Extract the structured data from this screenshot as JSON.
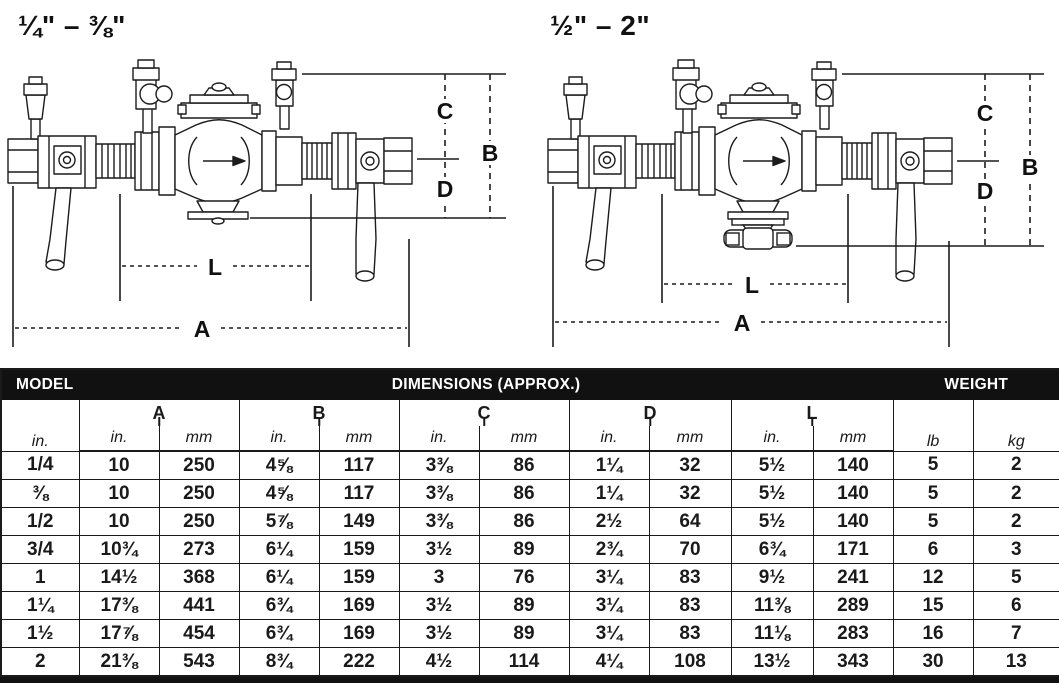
{
  "colors": {
    "ink": "#1a1a1a",
    "header_bg": "#111111",
    "paper": "#ffffff"
  },
  "diagrams": [
    {
      "title": "¼\" – ⅜\"",
      "labels": {
        "a": "A",
        "b": "B",
        "c": "C",
        "d": "D",
        "l": "L"
      }
    },
    {
      "title": "½\" – 2\"",
      "labels": {
        "a": "A",
        "b": "B",
        "c": "C",
        "d": "D",
        "l": "L"
      }
    }
  ],
  "table": {
    "header": {
      "model": "MODEL",
      "dimensions": "DIMENSIONS (APPROX.)",
      "weight": "WEIGHT"
    },
    "groups": [
      "A",
      "B",
      "C",
      "D",
      "L"
    ],
    "units": {
      "model": "in.",
      "inch": "in.",
      "mm": "mm",
      "lb": "lb",
      "kg": "kg"
    },
    "rows": [
      [
        "1/4",
        "10",
        "250",
        "4⅝",
        "117",
        "3⅜",
        "86",
        "1¼",
        "32",
        "5½",
        "140",
        "5",
        "2"
      ],
      [
        "⅜",
        "10",
        "250",
        "4⅝",
        "117",
        "3⅜",
        "86",
        "1¼",
        "32",
        "5½",
        "140",
        "5",
        "2"
      ],
      [
        "1/2",
        "10",
        "250",
        "5⅞",
        "149",
        "3⅜",
        "86",
        "2½",
        "64",
        "5½",
        "140",
        "5",
        "2"
      ],
      [
        "3/4",
        "10¾",
        "273",
        "6¼",
        "159",
        "3½",
        "89",
        "2¾",
        "70",
        "6¾",
        "171",
        "6",
        "3"
      ],
      [
        "1",
        "14½",
        "368",
        "6¼",
        "159",
        "3",
        "76",
        "3¼",
        "83",
        "9½",
        "241",
        "12",
        "5"
      ],
      [
        "1¼",
        "17⅜",
        "441",
        "6¾",
        "169",
        "3½",
        "89",
        "3¼",
        "83",
        "11⅜",
        "289",
        "15",
        "6"
      ],
      [
        "1½",
        "17⅞",
        "454",
        "6¾",
        "169",
        "3½",
        "89",
        "3¼",
        "83",
        "11⅛",
        "283",
        "16",
        "7"
      ],
      [
        "2",
        "21⅜",
        "543",
        "8¾",
        "222",
        "4½",
        "114",
        "4¼",
        "108",
        "13½",
        "343",
        "30",
        "13"
      ]
    ]
  }
}
